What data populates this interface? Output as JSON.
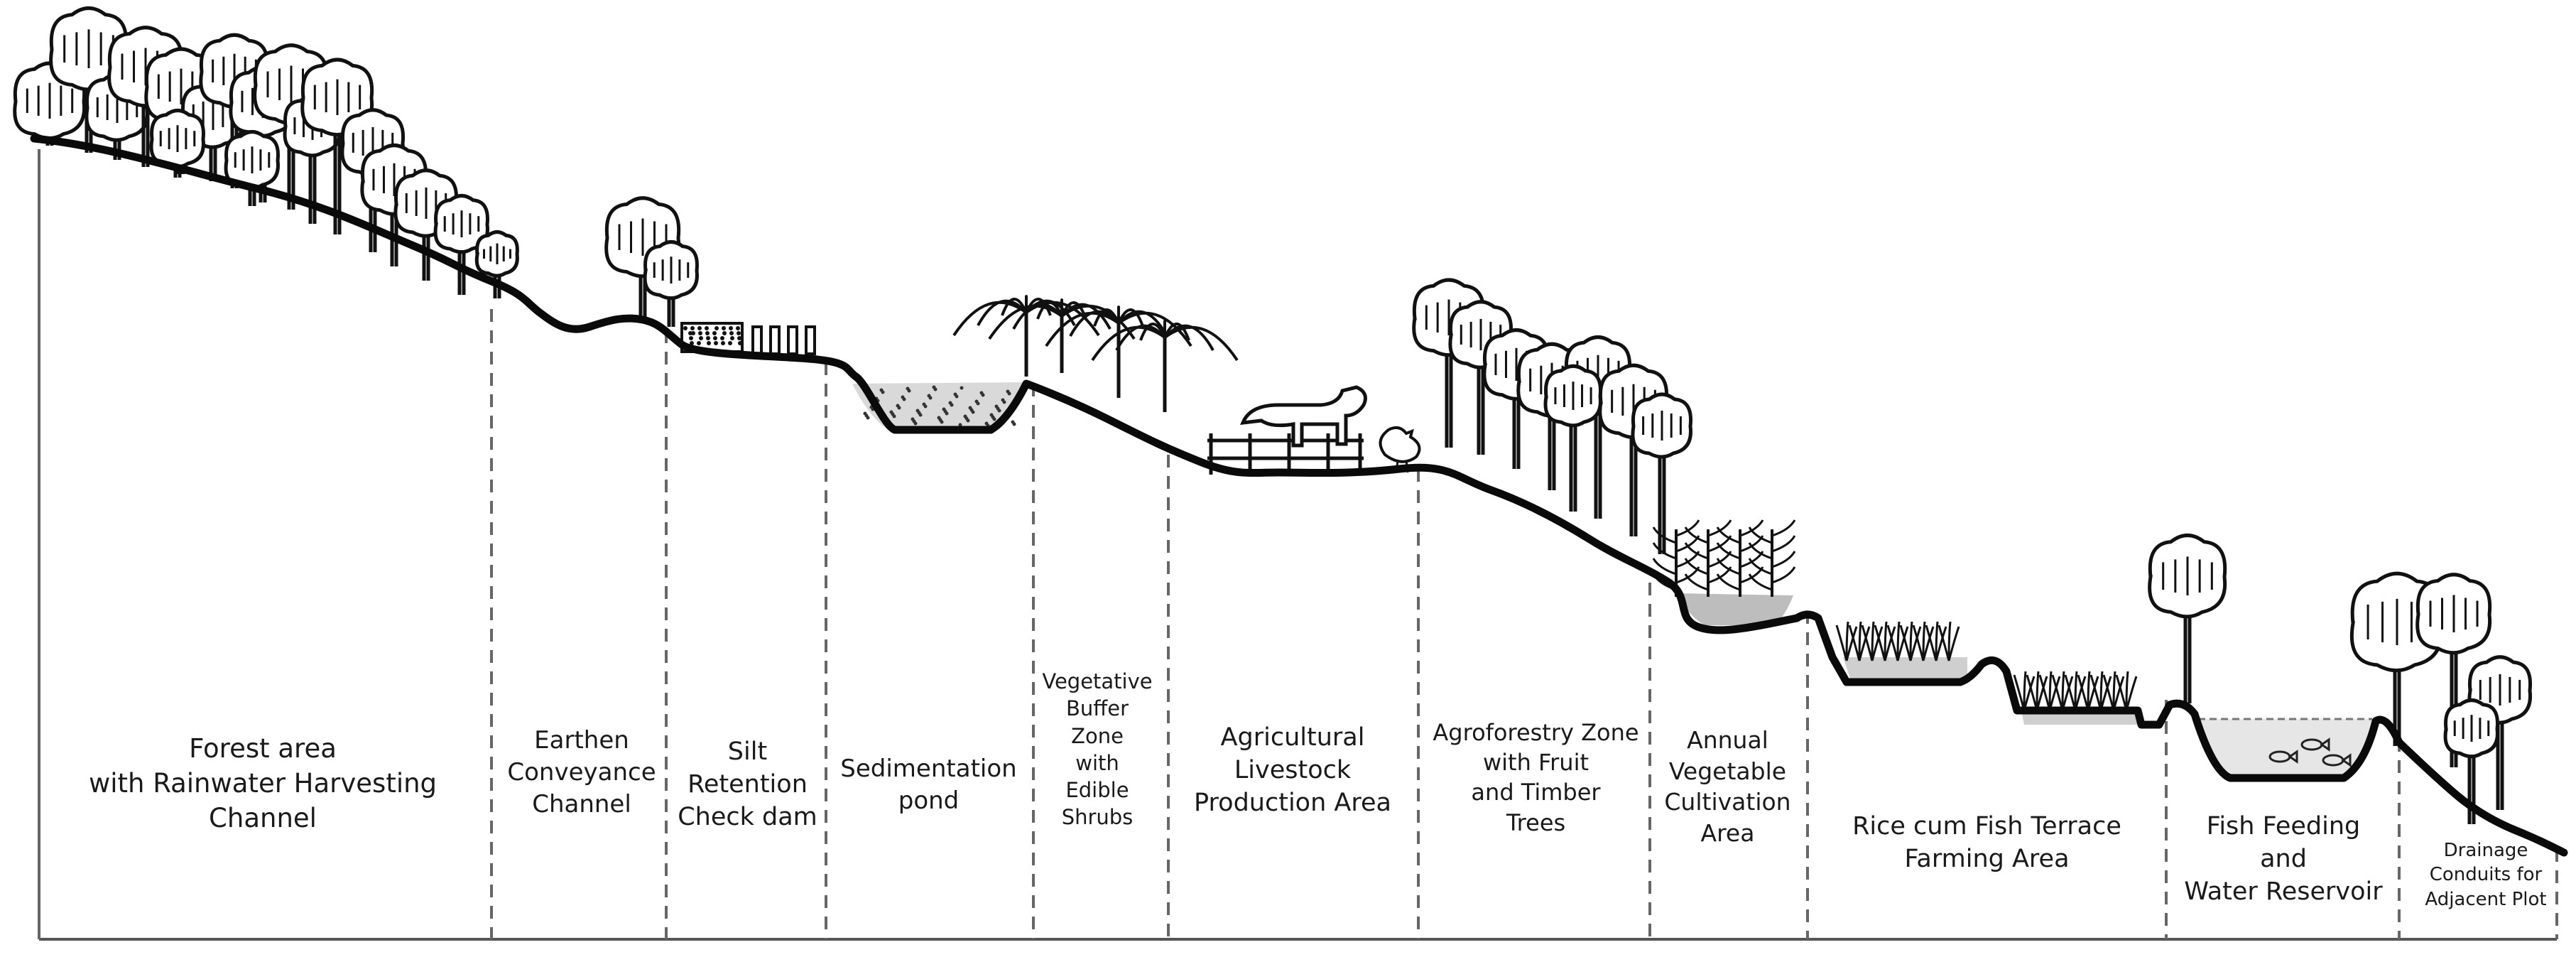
{
  "diagram": {
    "zones": [
      {
        "id": "forest",
        "label": "Forest area\nwith Rainwater Harvesting\nChannel"
      },
      {
        "id": "earthen-channel",
        "label": "Earthen\nConveyance\nChannel"
      },
      {
        "id": "silt-dam",
        "label": "Silt\nRetention\nCheck dam"
      },
      {
        "id": "sedimentation-pond",
        "label": "Sedimentation\npond"
      },
      {
        "id": "vegetative-buffer",
        "label": "Vegetative\nBuffer\nZone\nwith\nEdible\nShrubs"
      },
      {
        "id": "livestock",
        "label": "Agricultural\nLivestock\nProduction Area"
      },
      {
        "id": "agroforestry",
        "label": "Agroforestry Zone\nwith Fruit\nand Timber\nTrees"
      },
      {
        "id": "vegetable",
        "label": "Annual\nVegetable\nCultivation\nArea"
      },
      {
        "id": "rice-fish",
        "label": "Rice cum Fish Terrace\nFarming Area"
      },
      {
        "id": "fish-reservoir",
        "label": "Fish Feeding\nand\nWater Reservoir"
      },
      {
        "id": "drainage",
        "label": "Drainage\nConduits for\nAdjacent Plot"
      }
    ]
  }
}
